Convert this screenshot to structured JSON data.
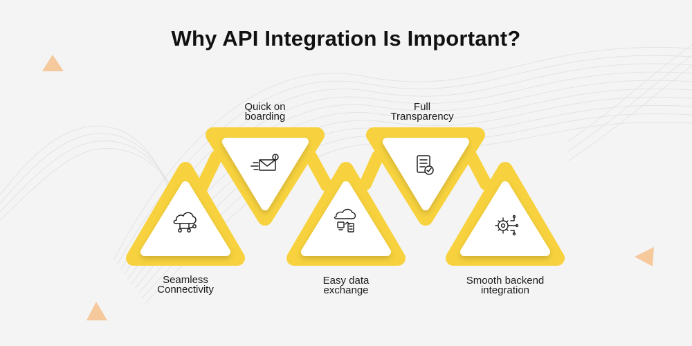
{
  "title": "Why API Integration Is Important?",
  "steps": [
    {
      "label_lines": [
        "Seamless",
        "Connectivity"
      ],
      "position": "bottom",
      "icon": "cloud-network-icon"
    },
    {
      "label_lines": [
        "Quick on",
        "boarding"
      ],
      "position": "top",
      "icon": "fast-mail-icon"
    },
    {
      "label_lines": [
        "Easy data",
        "exchange"
      ],
      "position": "bottom",
      "icon": "cloud-data-exchange-icon"
    },
    {
      "label_lines": [
        "Full",
        "Transparency"
      ],
      "position": "top",
      "icon": "document-check-icon"
    },
    {
      "label_lines": [
        "Smooth backend",
        "integration"
      ],
      "position": "bottom",
      "icon": "gear-circuit-icon"
    }
  ],
  "colors": {
    "background": "#f4f4f4",
    "accent": "#f7d23e",
    "accent_dark": "#efc21d",
    "decor_triangle": "#f5c99c",
    "text": "#111111",
    "icon": "#1e1e1e"
  }
}
